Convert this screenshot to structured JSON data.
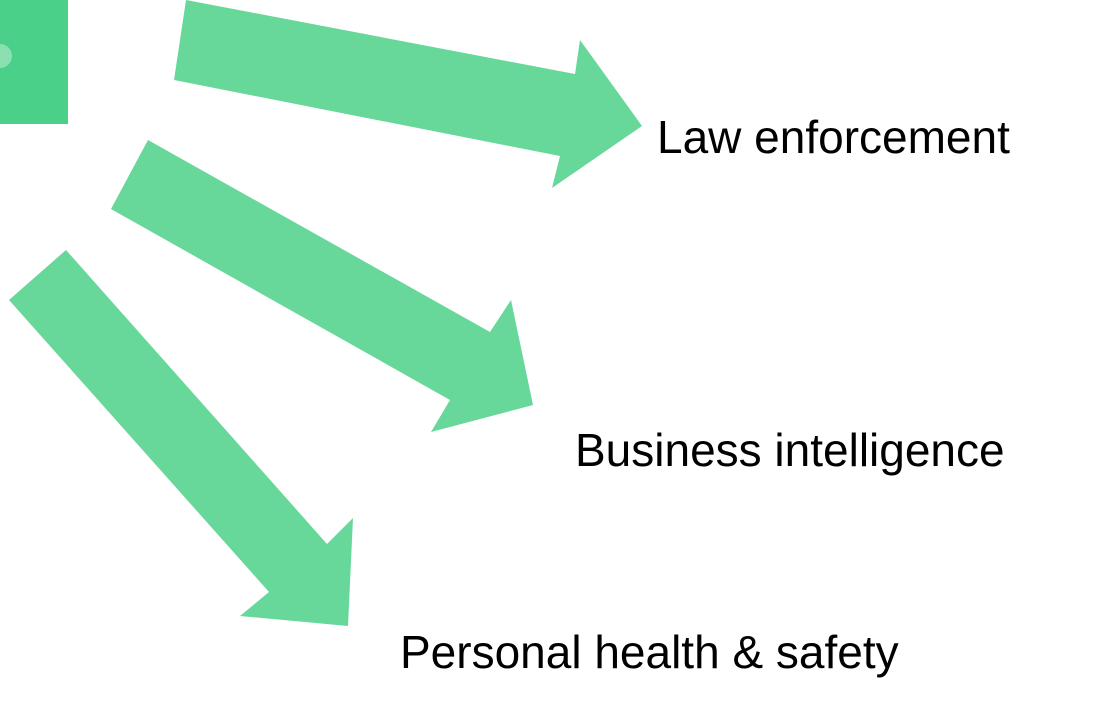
{
  "colors": {
    "arrow": "#67d79a",
    "source_block": "#4bd08a",
    "source_highlight": "#8be0b1"
  },
  "labels": {
    "law_enforcement": "Law enforcement",
    "business_intelligence": "Business intelligence",
    "personal_health_safety": "Personal health & safety"
  }
}
